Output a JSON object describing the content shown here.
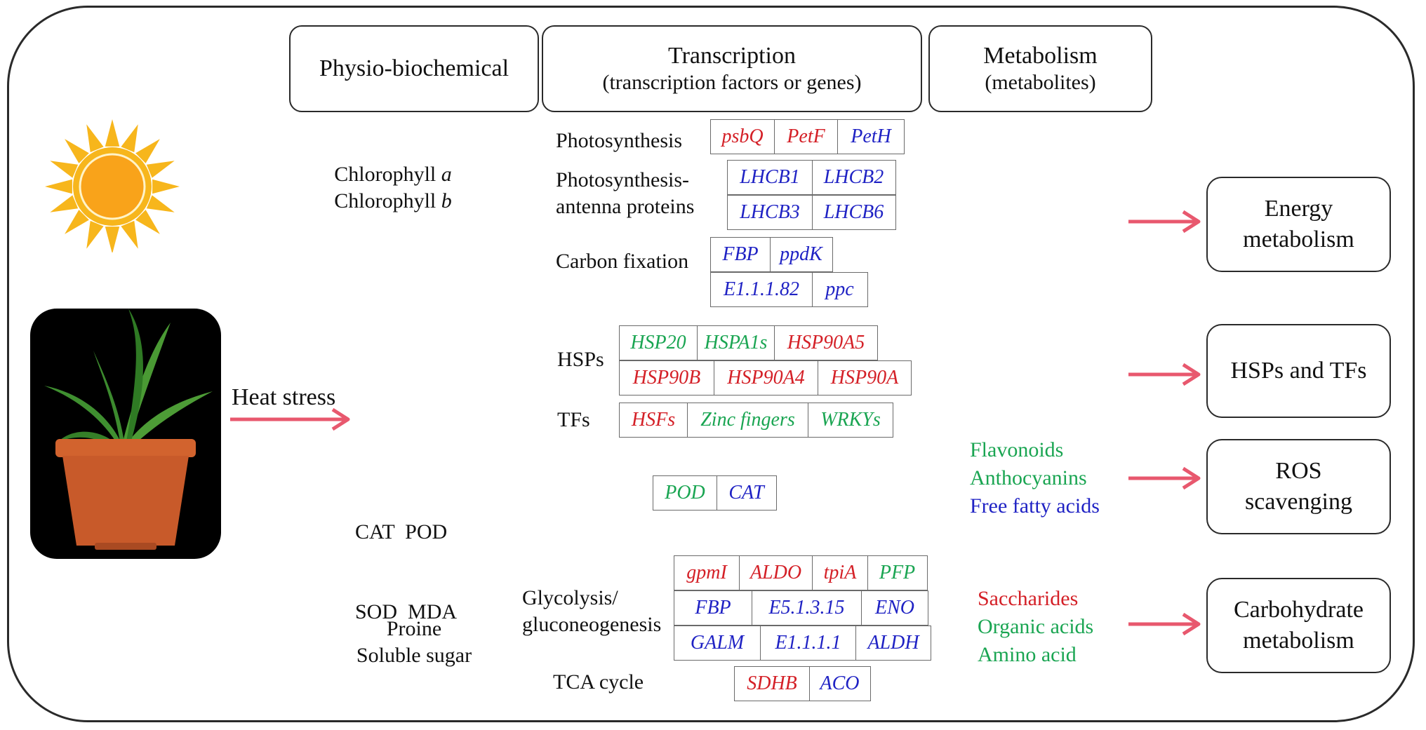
{
  "headers": {
    "physio": "Physio-biochemical",
    "transcription_title": "Transcription",
    "transcription_sub": "(transcription factors or genes)",
    "metabolism_title": "Metabolism",
    "metabolism_sub": "(metabolites)"
  },
  "stress_label": "Heat stress",
  "physio": {
    "chlorophyll_a_prefix": "Chlorophyll ",
    "chlorophyll_a_italic": "a",
    "chlorophyll_b_prefix": "Chlorophyll ",
    "chlorophyll_b_italic": "b",
    "enzymes_line1": "CAT  POD",
    "enzymes_line2": "SOD  MDA",
    "sugar_line1": "Proine",
    "sugar_line2": "Soluble sugar"
  },
  "pathways": {
    "photosynthesis": "Photosynthesis",
    "antenna_line1": "Photosynthesis-",
    "antenna_line2": "antenna proteins",
    "carbon_fixation": "Carbon fixation",
    "hsps": "HSPs",
    "tfs": "TFs",
    "glycolysis_line1": "Glycolysis/",
    "glycolysis_line2": "gluconeogenesis",
    "tca": "TCA cycle"
  },
  "genes": {
    "photosynthesis": [
      {
        "name": "psbQ",
        "color": "red"
      },
      {
        "name": "PetF",
        "color": "red"
      },
      {
        "name": "PetH",
        "color": "blue"
      }
    ],
    "antenna_row1": [
      {
        "name": "LHCB1",
        "color": "blue"
      },
      {
        "name": "LHCB2",
        "color": "blue"
      }
    ],
    "antenna_row2": [
      {
        "name": "LHCB3",
        "color": "blue"
      },
      {
        "name": "LHCB6",
        "color": "blue"
      }
    ],
    "carbon_row1": [
      {
        "name": "FBP",
        "color": "blue"
      },
      {
        "name": "ppdK",
        "color": "blue"
      }
    ],
    "carbon_row2": [
      {
        "name": "E1.1.1.82",
        "color": "blue"
      },
      {
        "name": "ppc",
        "color": "blue"
      }
    ],
    "hsp_row1": [
      {
        "name": "HSP20",
        "color": "green"
      },
      {
        "name": "HSPA1s",
        "color": "green"
      },
      {
        "name": "HSP90A5",
        "color": "red"
      }
    ],
    "hsp_row2": [
      {
        "name": "HSP90B",
        "color": "red"
      },
      {
        "name": "HSP90A4",
        "color": "red"
      },
      {
        "name": "HSP90A",
        "color": "red"
      }
    ],
    "tfs": [
      {
        "name": "HSFs",
        "color": "red"
      },
      {
        "name": "Zinc fingers",
        "color": "green"
      },
      {
        "name": "WRKYs",
        "color": "green"
      }
    ],
    "ros": [
      {
        "name": "POD",
        "color": "green"
      },
      {
        "name": "CAT",
        "color": "blue"
      }
    ],
    "glyco_row1": [
      {
        "name": "gpmI",
        "color": "red"
      },
      {
        "name": "ALDO",
        "color": "red"
      },
      {
        "name": "tpiA",
        "color": "red"
      },
      {
        "name": "PFP",
        "color": "green"
      }
    ],
    "glyco_row2": [
      {
        "name": "FBP",
        "color": "blue"
      },
      {
        "name": "E5.1.3.15",
        "color": "blue"
      },
      {
        "name": "ENO",
        "color": "blue"
      }
    ],
    "glyco_row3": [
      {
        "name": "GALM",
        "color": "blue"
      },
      {
        "name": "E1.1.1.1",
        "color": "blue"
      },
      {
        "name": "ALDH",
        "color": "blue"
      }
    ],
    "tca": [
      {
        "name": "SDHB",
        "color": "red"
      },
      {
        "name": "ACO",
        "color": "blue"
      }
    ]
  },
  "metabolites": {
    "ros": [
      {
        "name": "Flavonoids",
        "color": "green"
      },
      {
        "name": "Anthocyanins",
        "color": "green"
      },
      {
        "name": "Free fatty acids",
        "color": "blue"
      }
    ],
    "carbohydrate": [
      {
        "name": "Saccharides",
        "color": "red"
      },
      {
        "name": "Organic acids",
        "color": "green"
      },
      {
        "name": "Amino acid",
        "color": "green"
      }
    ]
  },
  "outcomes": {
    "energy_line1": "Energy",
    "energy_line2": "metabolism",
    "hsps_tfs": "HSPs and TFs",
    "ros_line1": "ROS",
    "ros_line2": "scavenging",
    "carb_line1": "Carbohydrate",
    "carb_line2": "metabolism"
  },
  "colors": {
    "red": "#d42027",
    "blue": "#1f22c4",
    "green": "#1aa552",
    "arrow": "#e8586e",
    "sun_outer": "#f7b61c",
    "sun_inner": "#f9a31a",
    "pot": "#c85a2a"
  },
  "icons": [
    "sun-icon",
    "plant-pot-illustration",
    "arrow-right-icon"
  ]
}
